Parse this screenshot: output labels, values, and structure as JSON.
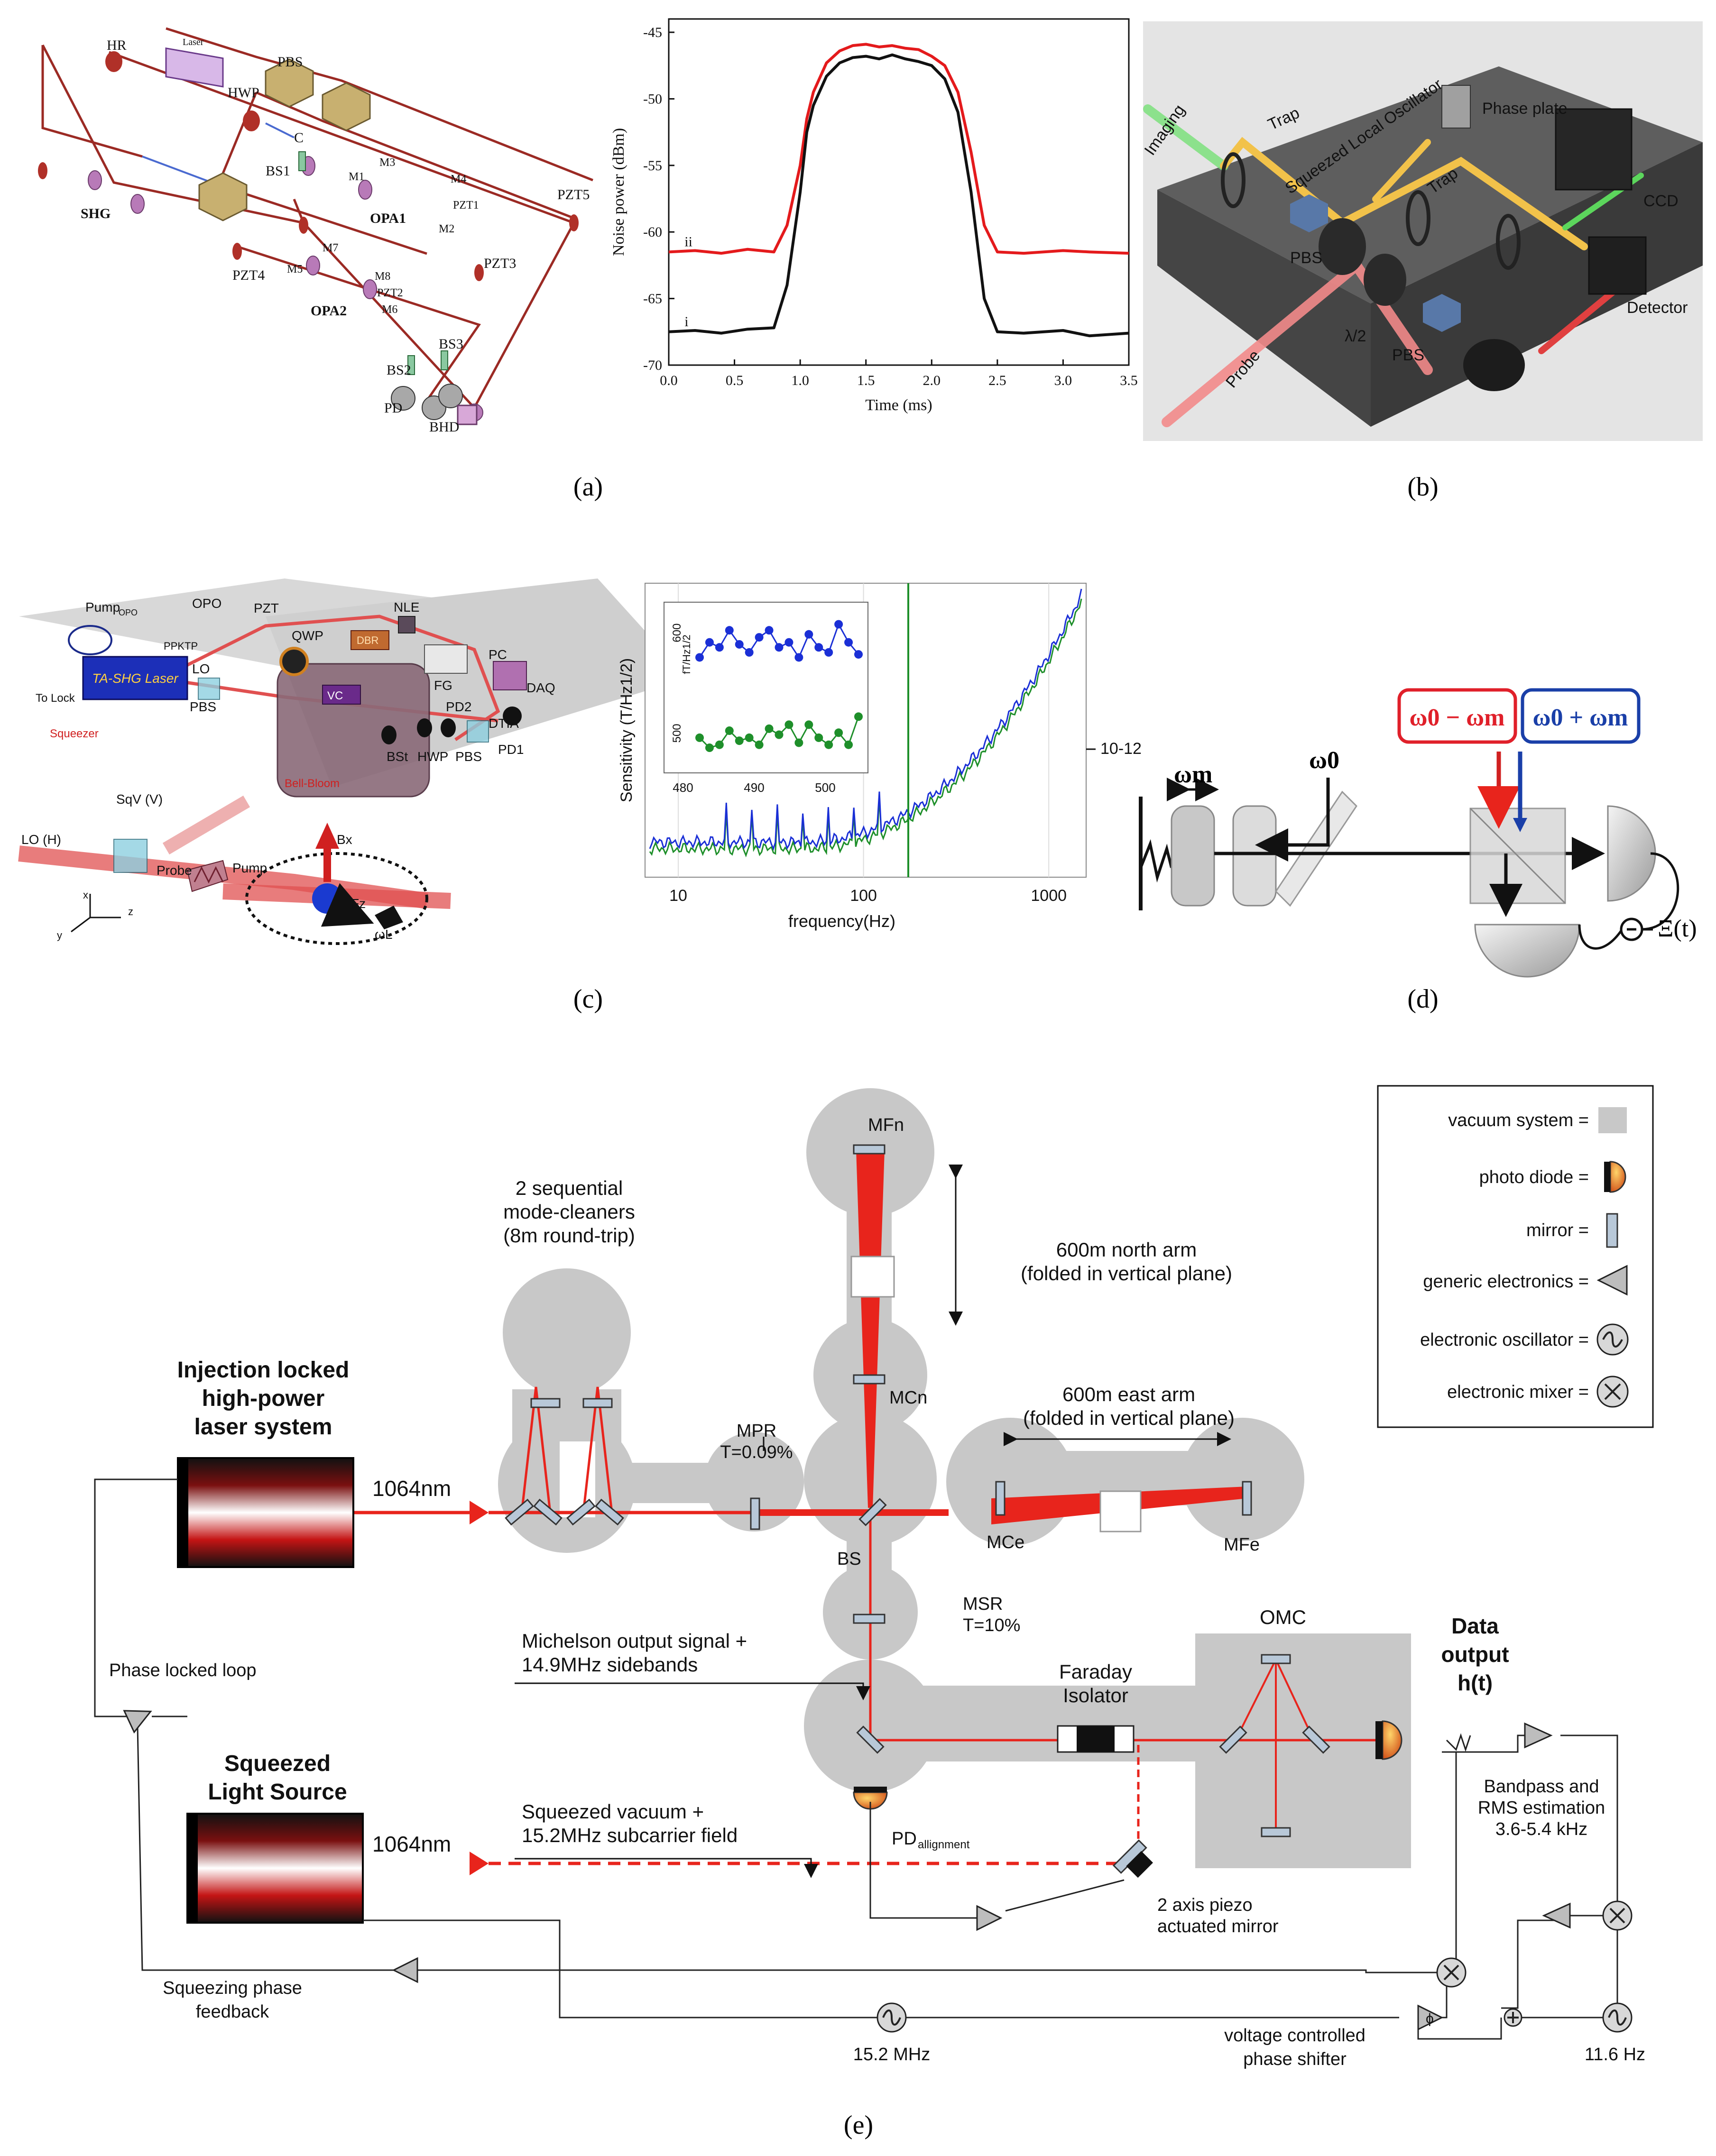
{
  "captions": {
    "a": "(a)",
    "b": "(b)",
    "c": "(c)",
    "d": "(d)",
    "e": "(e)"
  },
  "panel_a": {
    "labels": [
      "Laser",
      "PBS",
      "HWP",
      "HR",
      "BS1",
      "C",
      "SHG",
      "M1",
      "M2",
      "M3",
      "M4",
      "PZT1",
      "OPA1",
      "PZT5",
      "PZT4",
      "M5",
      "M6",
      "M7",
      "M8",
      "PZT2",
      "OPA2",
      "PZT3",
      "BS2",
      "BS3",
      "PD",
      "BHD"
    ]
  },
  "chart_data": {
    "type": "line",
    "xlabel": "Time (ms)",
    "ylabel": "Noise power (dBm)",
    "xlim": [
      0.0,
      3.5
    ],
    "ylim": [
      -70,
      -44
    ],
    "xticks": [
      "0.0",
      "0.5",
      "1.0",
      "1.5",
      "2.0",
      "2.5",
      "3.0",
      "3.5"
    ],
    "yticks": [
      "-45",
      "-50",
      "-55",
      "-60",
      "-65",
      "-70"
    ],
    "series": [
      {
        "name": "ii",
        "color": "#e41a1c",
        "x": [
          0,
          0.2,
          0.4,
          0.6,
          0.8,
          0.9,
          1.0,
          1.05,
          1.1,
          1.2,
          1.3,
          1.4,
          1.5,
          1.6,
          1.7,
          1.8,
          1.9,
          2.0,
          2.1,
          2.2,
          2.3,
          2.4,
          2.5,
          2.7,
          3.0,
          3.2,
          3.5
        ],
        "y": [
          -61.5,
          -61.4,
          -61.6,
          -61.3,
          -61.5,
          -59.5,
          -55,
          -51.5,
          -49.5,
          -47.3,
          -46.4,
          -46.0,
          -45.9,
          -46.1,
          -46.0,
          -46.2,
          -46.3,
          -46.8,
          -47.5,
          -49.5,
          -54,
          -59.5,
          -61.5,
          -61.6,
          -61.4,
          -61.5,
          -61.6
        ]
      },
      {
        "name": "i",
        "color": "#111111",
        "x": [
          0,
          0.2,
          0.4,
          0.6,
          0.8,
          0.9,
          1.0,
          1.05,
          1.1,
          1.2,
          1.3,
          1.4,
          1.5,
          1.6,
          1.7,
          1.8,
          1.9,
          2.0,
          2.1,
          2.2,
          2.3,
          2.4,
          2.5,
          2.7,
          3.0,
          3.2,
          3.5
        ],
        "y": [
          -67.5,
          -67.4,
          -67.6,
          -67.3,
          -67.2,
          -64,
          -57,
          -52.5,
          -50.5,
          -48.3,
          -47.3,
          -46.9,
          -46.8,
          -47.0,
          -46.7,
          -47.0,
          -47.2,
          -47.5,
          -48.5,
          -51,
          -57,
          -65,
          -67.5,
          -67.6,
          -67.4,
          -67.8,
          -67.6
        ]
      }
    ]
  },
  "panel_b": {
    "labels": [
      "Imaging",
      "Trap",
      "Phase plate",
      "Squeezed Local Oscillator",
      "Trap",
      "CCD",
      "PBS",
      "λ/2",
      "PBS",
      "Detector",
      "Probe"
    ]
  },
  "panel_c": {
    "labels": [
      "Pump",
      "OPO",
      "OPO",
      "PPKTP",
      "PZT",
      "NLE",
      "QWP",
      "DBR",
      "TA-SHG Laser",
      "LO",
      "PBS",
      "FG",
      "PC",
      "DAQ",
      "To Lock",
      "Squeezer",
      "VC",
      "PD2",
      "DTIA",
      "BSt",
      "HWP",
      "PBS",
      "PD1",
      "Bell-Bloom",
      "SqV (V)",
      "LO (H)",
      "Probe",
      "Pump",
      "Bx",
      "Fz",
      "ωL",
      "x",
      "y",
      "z"
    ]
  },
  "panel_c_chart": {
    "type": "line",
    "xlabel": "frequency(Hz)",
    "ylabel": "Sensitivity (T/Hz1/2)",
    "xticks": [
      "10",
      "100",
      "1000"
    ],
    "yticks": [
      "10-12"
    ],
    "inset": {
      "xlabel": "",
      "ylabel": "fT/Hz1/2",
      "xticks": [
        "480",
        "490",
        "500"
      ],
      "yticks": [
        "600",
        "500"
      ],
      "series": [
        {
          "color": "#1a2fd6",
          "y": [
            585,
            600,
            595,
            612,
            598,
            590,
            605,
            612,
            595,
            600,
            585,
            608,
            595,
            590,
            618,
            600,
            588
          ]
        },
        {
          "color": "#1e8f2a",
          "y": [
            505,
            495,
            498,
            512,
            502,
            505,
            498,
            514,
            508,
            518,
            500,
            518,
            505,
            498,
            510,
            498,
            526
          ]
        }
      ]
    }
  },
  "panel_d": {
    "labels": [
      "ωm",
      "ω0",
      "ω0 − ωm",
      "ω0 + ωm",
      "Ξ(t)"
    ],
    "colors": {
      "red": "#e0202a",
      "blue": "#1a3fa8"
    }
  },
  "panel_e": {
    "legend": [
      {
        "label": "vacuum system =",
        "icon": "grey-square"
      },
      {
        "label": "photo diode =",
        "icon": "photodiode-icon"
      },
      {
        "label": "mirror =",
        "icon": "mirror-icon"
      },
      {
        "label": "generic electronics =",
        "icon": "triangle-icon"
      },
      {
        "label": "electronic oscillator =",
        "icon": "oscillator-icon"
      },
      {
        "label": "electronic mixer =",
        "icon": "mixer-icon"
      }
    ],
    "mode_cleaners": [
      "2 sequential",
      "mode-cleaners",
      "(8m round-trip)"
    ],
    "north_arm": [
      "600m north arm",
      "(folded in vertical plane)"
    ],
    "east_arm": [
      "600m east arm",
      "(folded in vertical plane)"
    ],
    "laser_title": [
      "Injection locked",
      "high-power",
      "laser system"
    ],
    "wavelength": "1064nm",
    "mpr": [
      "MPR",
      "T=0.09%"
    ],
    "msr": [
      "MSR",
      "T=10%"
    ],
    "mfn": "MFn",
    "mcn": "MCn",
    "bs": "BS",
    "mce": "MCe",
    "mfe": "MFe",
    "michelson": [
      "Michelson output signal +",
      "14.9MHz sidebands"
    ],
    "faraday": [
      "Faraday",
      "Isolator"
    ],
    "omc": "OMC",
    "data_output": [
      "Data",
      "output",
      "h(t)"
    ],
    "pll": "Phase locked loop",
    "squeezed_title": [
      "Squeezed",
      "Light Source"
    ],
    "sqz_vacuum": [
      "Squeezed vacuum +",
      "15.2MHz subcarrier field"
    ],
    "pd_allign": "PD",
    "pd_allign_sub": "allignment",
    "piezo": [
      "2 axis piezo",
      "actuated mirror"
    ],
    "bandpass": [
      "Bandpass and",
      "RMS estimation",
      "3.6-5.4 kHz"
    ],
    "sqz_feedback": [
      "Squeezing phase",
      "feedback"
    ],
    "osc1": "15.2 MHz",
    "vcps": [
      "voltage controlled",
      "phase shifter"
    ],
    "osc2": "11.6 Hz",
    "phi": "ϕ"
  },
  "colors": {
    "beam_red": "#e8241c",
    "vacuum_grey": "#c8c8c8",
    "mirror_blue": "#b8c8d8"
  }
}
